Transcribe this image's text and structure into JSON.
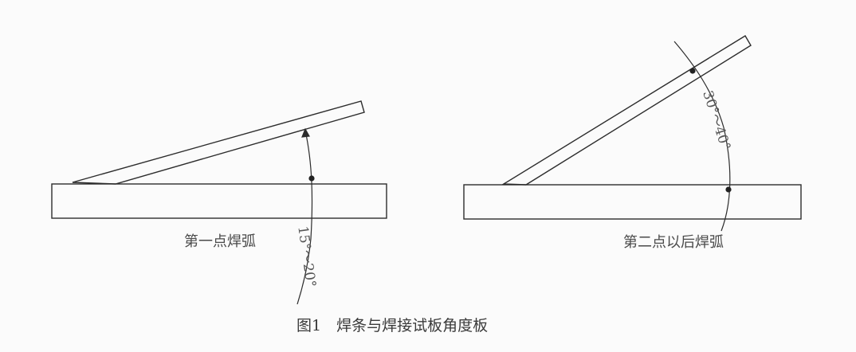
{
  "left_figure": {
    "caption": "第一点焊弧",
    "angle_range": "15°～20°"
  },
  "right_figure": {
    "caption": "第二点以后焊弧",
    "angle_range": "30°～40°"
  },
  "figure_caption": "图1　焊条与焊接试板角度板"
}
